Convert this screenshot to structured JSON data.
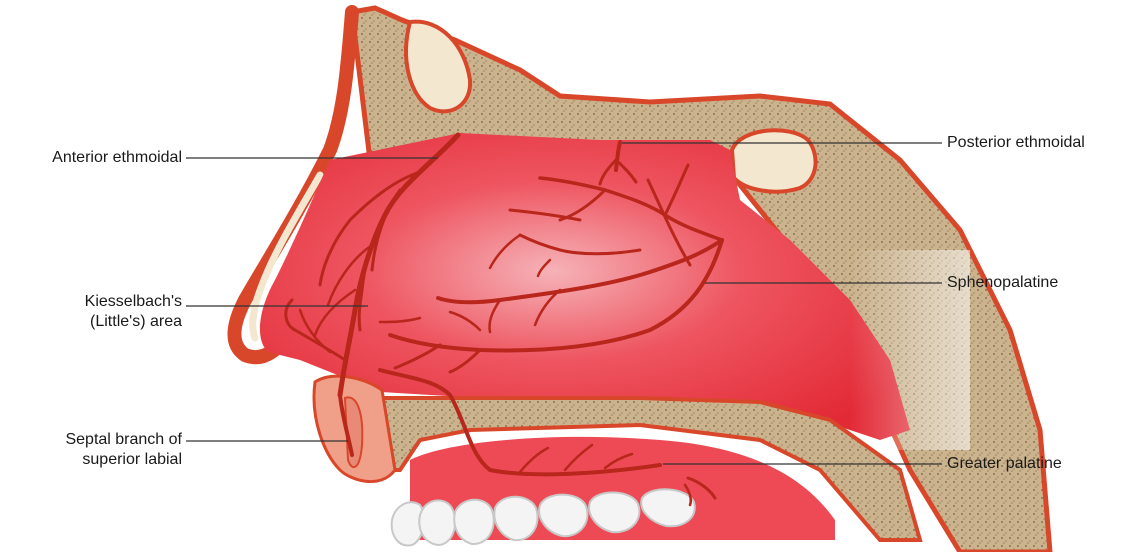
{
  "labels": {
    "anterior_ethmoidal": "Anterior ethmoidal",
    "kiesselbach_line1": "Kiesselbach's",
    "kiesselbach_line2": "(Little's) area",
    "septal_line1": "Septal branch of",
    "septal_line2": "superior labial",
    "posterior_ethmoidal": "Posterior ethmoidal",
    "sphenopalatine": "Sphenopalatine",
    "greater_palatine": "Greater palatine"
  },
  "colors": {
    "mucosa": "#e8323f",
    "mucosa_light": "#f5a3a8",
    "bone": "#c9b08a",
    "bone_dots": "#8a7356",
    "skin_outline": "#d9472b",
    "vessel": "#b8261c",
    "cartilage": "#f3e8cf",
    "teeth": "#f4f4f4",
    "leader": "#333333"
  }
}
